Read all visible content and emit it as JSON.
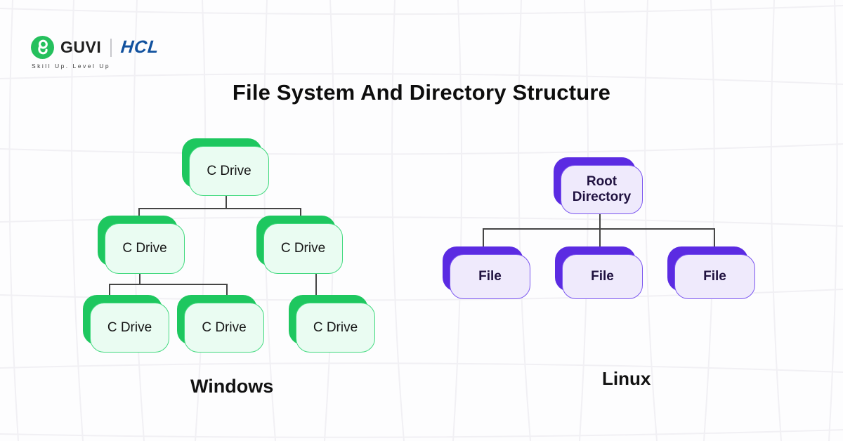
{
  "header": {
    "logo": {
      "brand": "GUVI",
      "partner": "HCL",
      "tagline": "Skill Up. Level Up"
    },
    "title": "File System And Directory Structure"
  },
  "windows_tree": {
    "caption": "Windows",
    "nodes": {
      "root": "C Drive",
      "child_left": "C Drive",
      "child_right": "C Drive",
      "leaf_1": "C Drive",
      "leaf_2": "C Drive",
      "leaf_3": "C Drive"
    }
  },
  "linux_tree": {
    "caption": "Linux",
    "nodes": {
      "root": "Root Directory",
      "file_1": "File",
      "file_2": "File",
      "file_3": "File"
    }
  },
  "colors": {
    "green_accent": "#1ec75f",
    "green_fill": "#eafcf2",
    "green_border": "#41d97e",
    "purple_accent": "#5b2be2",
    "purple_fill": "#efeafc",
    "purple_border": "#7a55ef",
    "guvi_green": "#25c05d",
    "hcl_blue": "#11519e"
  }
}
